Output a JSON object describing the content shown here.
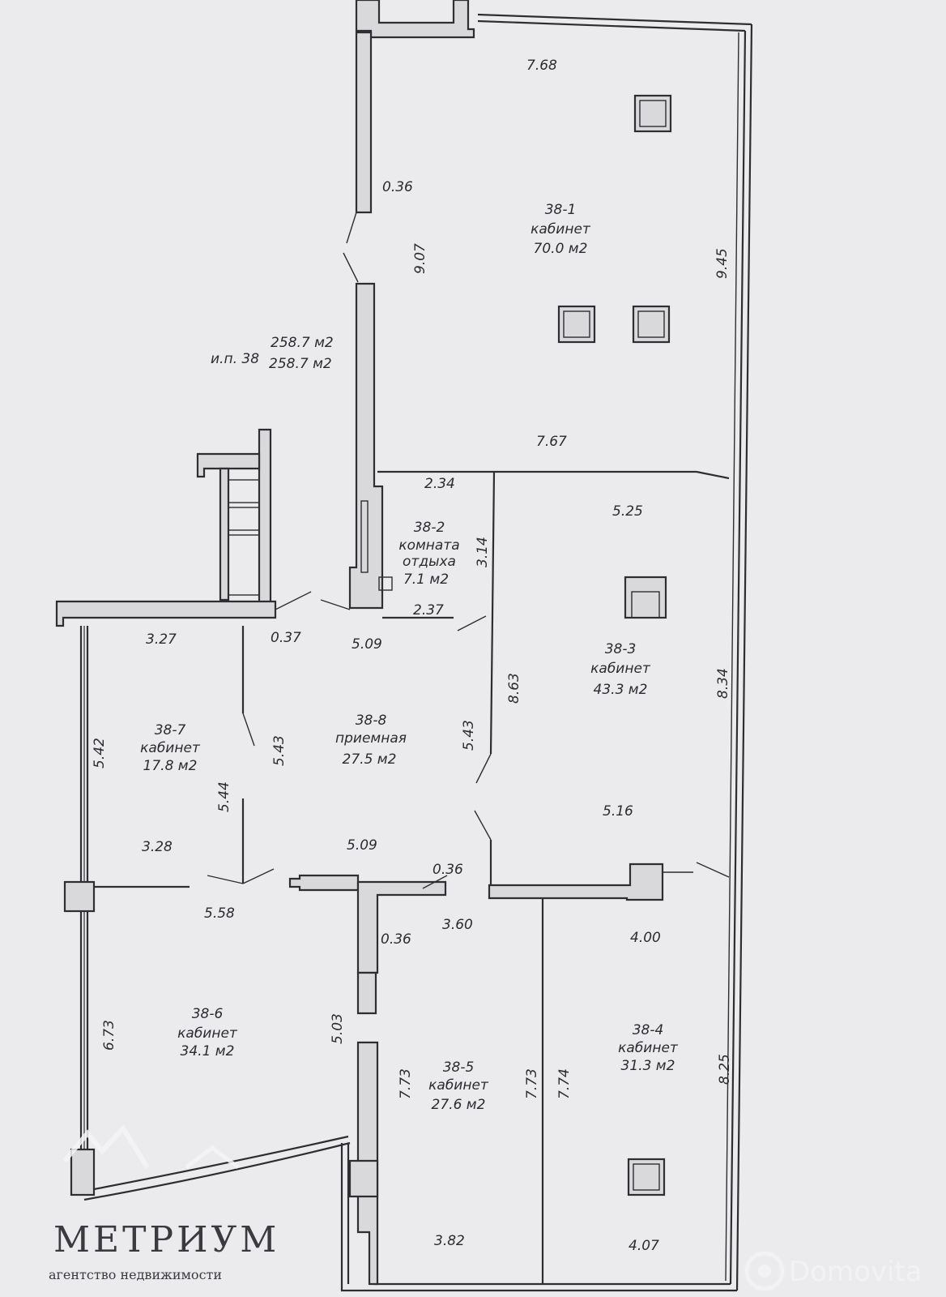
{
  "dimensions": {
    "d_768": "7.68",
    "d_036a": "0.36",
    "d_907": "9.07",
    "d_945": "9.45",
    "d_767": "7.67",
    "d_234": "2.34",
    "d_525": "5.25",
    "d_314": "3.14",
    "d_237": "2.37",
    "d_327": "3.27",
    "d_037": "0.37",
    "d_509a": "5.09",
    "d_863": "8.63",
    "d_834": "8.34",
    "d_542": "5.42",
    "d_543a": "5.43",
    "d_543b": "5.43",
    "d_544": "5.44",
    "d_516": "5.16",
    "d_328": "3.28",
    "d_509b": "5.09",
    "d_036b": "0.36",
    "d_558": "5.58",
    "d_360": "3.60",
    "d_400": "4.00",
    "d_036c": "0.36",
    "d_673": "6.73",
    "d_503": "5.03",
    "d_773a": "7.73",
    "d_773b": "7.73",
    "d_774": "7.74",
    "d_825": "8.25",
    "d_382": "3.82",
    "d_407": "4.07"
  },
  "summary": {
    "unit": "и.п. 38",
    "area1": "258.7 м2",
    "area2": "258.7 м2"
  },
  "rooms": [
    {
      "id": "38-1",
      "type": "кабинет",
      "area": "70.0 м2"
    },
    {
      "id": "38-2",
      "type1": "комната",
      "type2": "отдыха",
      "area": "7.1 м2"
    },
    {
      "id": "38-3",
      "type": "кабинет",
      "area": "43.3 м2"
    },
    {
      "id": "38-4",
      "type": "кабинет",
      "area": "31.3 м2"
    },
    {
      "id": "38-5",
      "type": "кабинет",
      "area": "27.6 м2"
    },
    {
      "id": "38-6",
      "type": "кабинет",
      "area": "34.1 м2"
    },
    {
      "id": "38-7",
      "type": "кабинет",
      "area": "17.8 м2"
    },
    {
      "id": "38-8",
      "type": "приемная",
      "area": "27.5 м2"
    }
  ],
  "logo": {
    "name": "МЕТРИУМ",
    "tagline": "агентство недвижимости"
  },
  "watermark": "Domovita"
}
